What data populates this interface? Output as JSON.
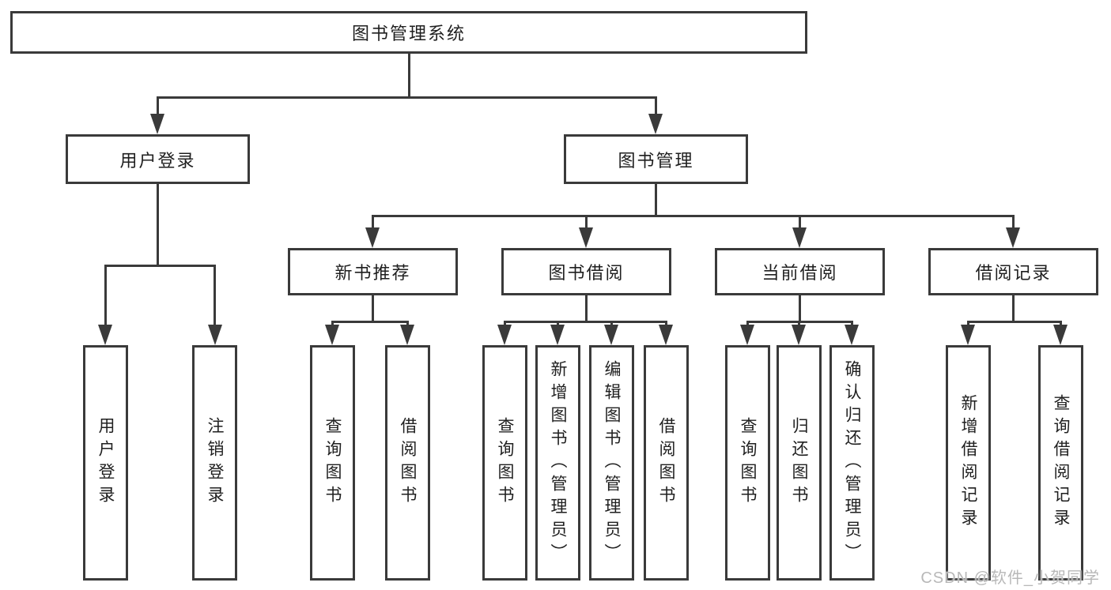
{
  "diagram": {
    "root": {
      "label": "图书管理系统"
    },
    "level2": [
      {
        "label": "用户登录"
      },
      {
        "label": "图书管理"
      }
    ],
    "level3": [
      {
        "label": "新书推荐",
        "parent": "图书管理"
      },
      {
        "label": "图书借阅",
        "parent": "图书管理"
      },
      {
        "label": "当前借阅",
        "parent": "图书管理"
      },
      {
        "label": "借阅记录",
        "parent": "图书管理"
      }
    ],
    "leaves": [
      {
        "label": "用户登录",
        "parent": "用户登录"
      },
      {
        "label": "注销登录",
        "parent": "用户登录"
      },
      {
        "label": "查询图书",
        "parent": "新书推荐"
      },
      {
        "label": "借阅图书",
        "parent": "新书推荐"
      },
      {
        "label": "查询图书",
        "parent": "图书借阅"
      },
      {
        "label": "新增图书（管理员）",
        "parent": "图书借阅"
      },
      {
        "label": "编辑图书（管理员）",
        "parent": "图书借阅"
      },
      {
        "label": "借阅图书",
        "parent": "图书借阅"
      },
      {
        "label": "查询图书",
        "parent": "当前借阅"
      },
      {
        "label": "归还图书",
        "parent": "当前借阅"
      },
      {
        "label": "确认归还（管理员）",
        "parent": "当前借阅"
      },
      {
        "label": "新增借阅记录",
        "parent": "借阅记录"
      },
      {
        "label": "查询借阅记录",
        "parent": "借阅记录"
      }
    ]
  },
  "watermark": {
    "text": "CSDN @软件_小贺同学"
  },
  "colors": {
    "line": "#3a3a3a",
    "text": "#1f1f1f",
    "background": "#ffffff",
    "watermark": "#b8b8b8"
  }
}
